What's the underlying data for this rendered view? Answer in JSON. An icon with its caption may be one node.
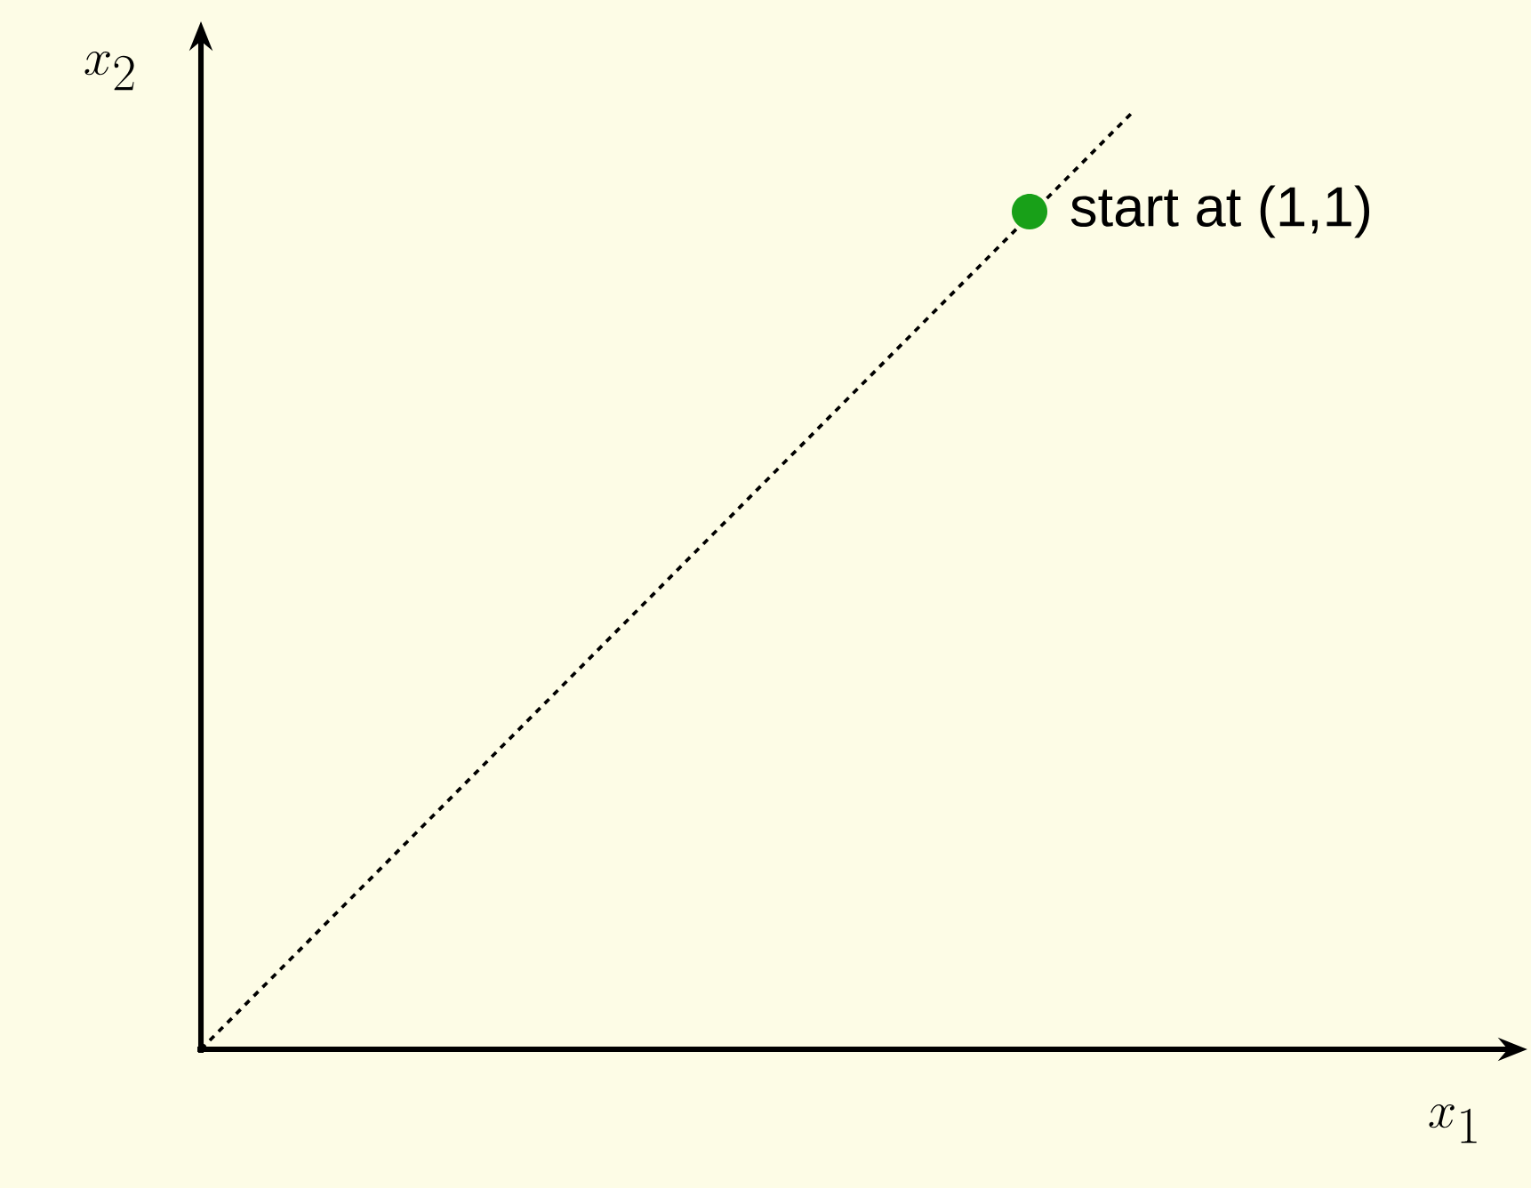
{
  "diagram": {
    "nodes": [
      {
        "text": [],
        "shape": "circle",
        "beside": [
          "start at (1,1)"
        ]
      }
    ],
    "labels": [
      "x_2",
      "x_1"
    ]
  }
}
